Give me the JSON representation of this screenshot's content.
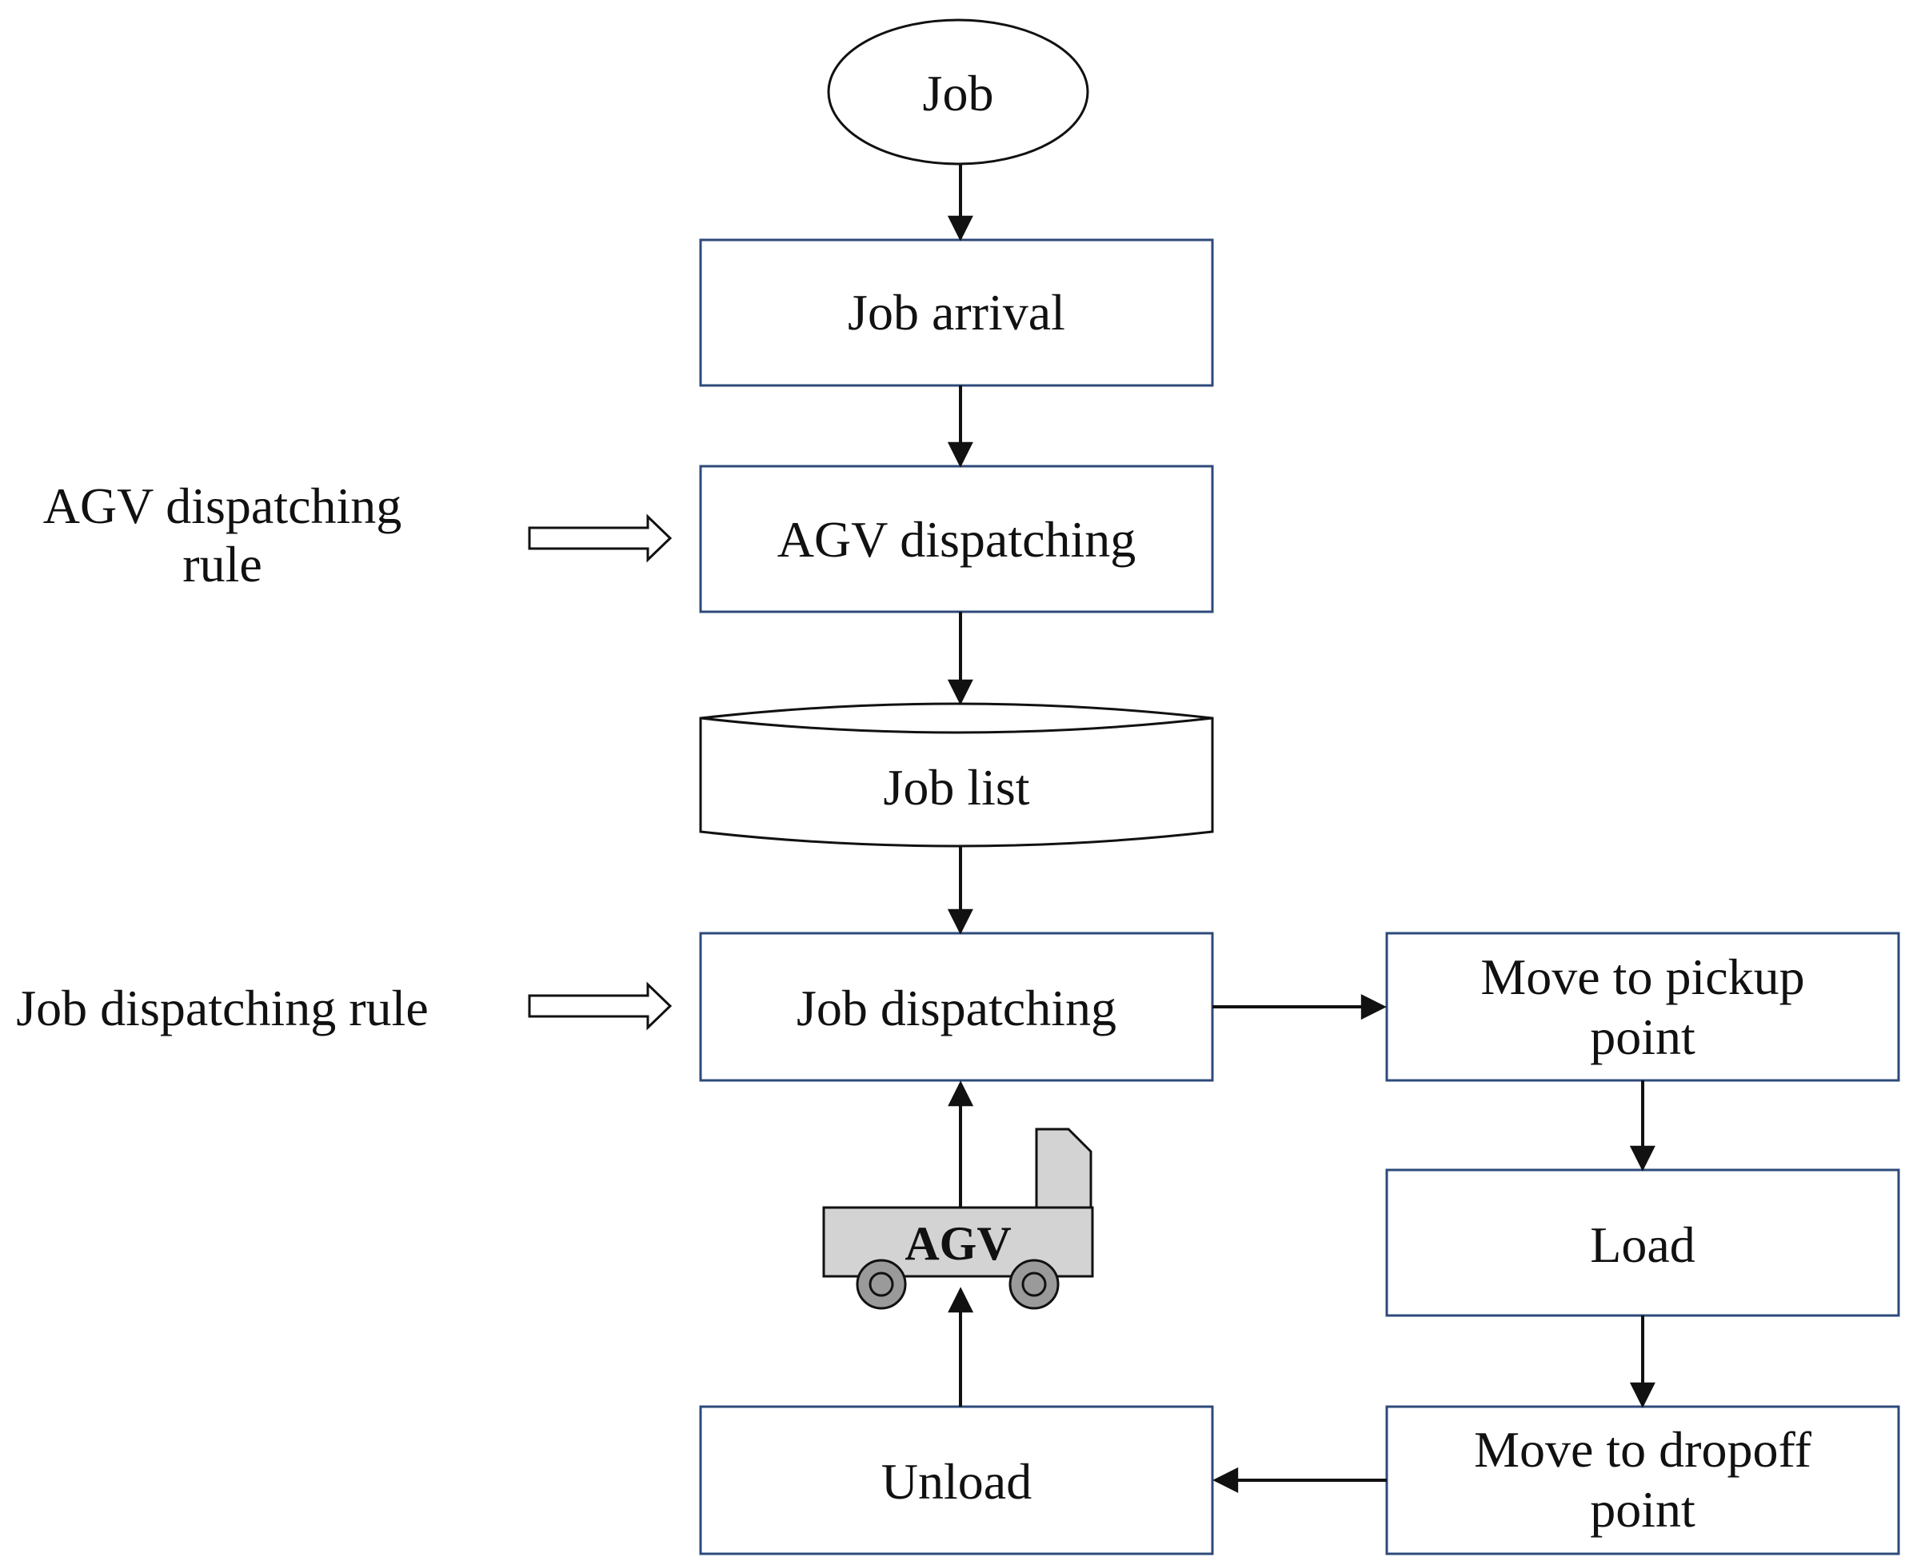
{
  "nodes": {
    "job": "Job",
    "job_arrival": "Job arrival",
    "agv_dispatching": "AGV dispatching",
    "job_list": "Job list",
    "job_dispatching": "Job dispatching",
    "move_pickup": [
      "Move to pickup",
      "point"
    ],
    "load": "Load",
    "move_dropoff": [
      "Move to dropoff",
      "point"
    ],
    "unload": "Unload"
  },
  "inputs": {
    "agv_rule": [
      "AGV dispatching",
      "rule"
    ],
    "job_rule": "Job dispatching rule"
  },
  "vehicle": {
    "label": "AGV"
  }
}
